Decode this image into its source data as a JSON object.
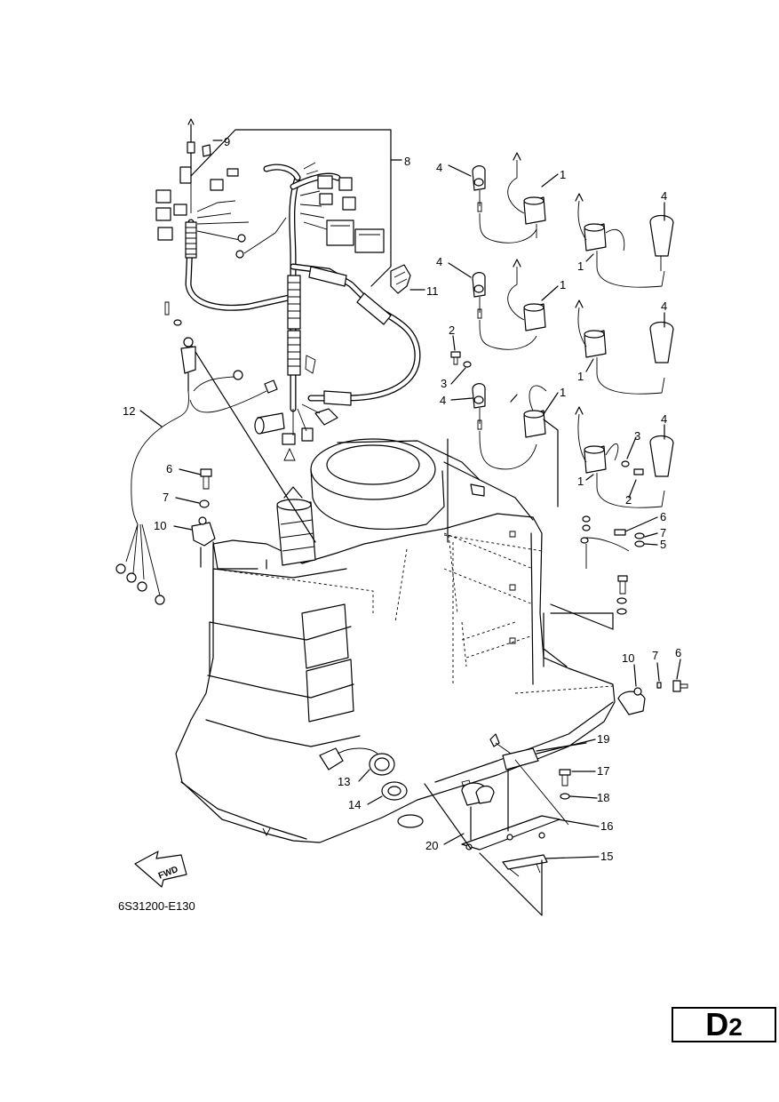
{
  "diagram_code": "6S31200-E130",
  "direction_arrow": "FWD",
  "page_badge": {
    "letter": "D",
    "number": "2"
  },
  "callouts": [
    "1",
    "2",
    "3",
    "4",
    "5",
    "6",
    "7",
    "8",
    "9",
    "10",
    "11",
    "12",
    "13",
    "14",
    "15",
    "16",
    "17",
    "18",
    "19",
    "20"
  ]
}
